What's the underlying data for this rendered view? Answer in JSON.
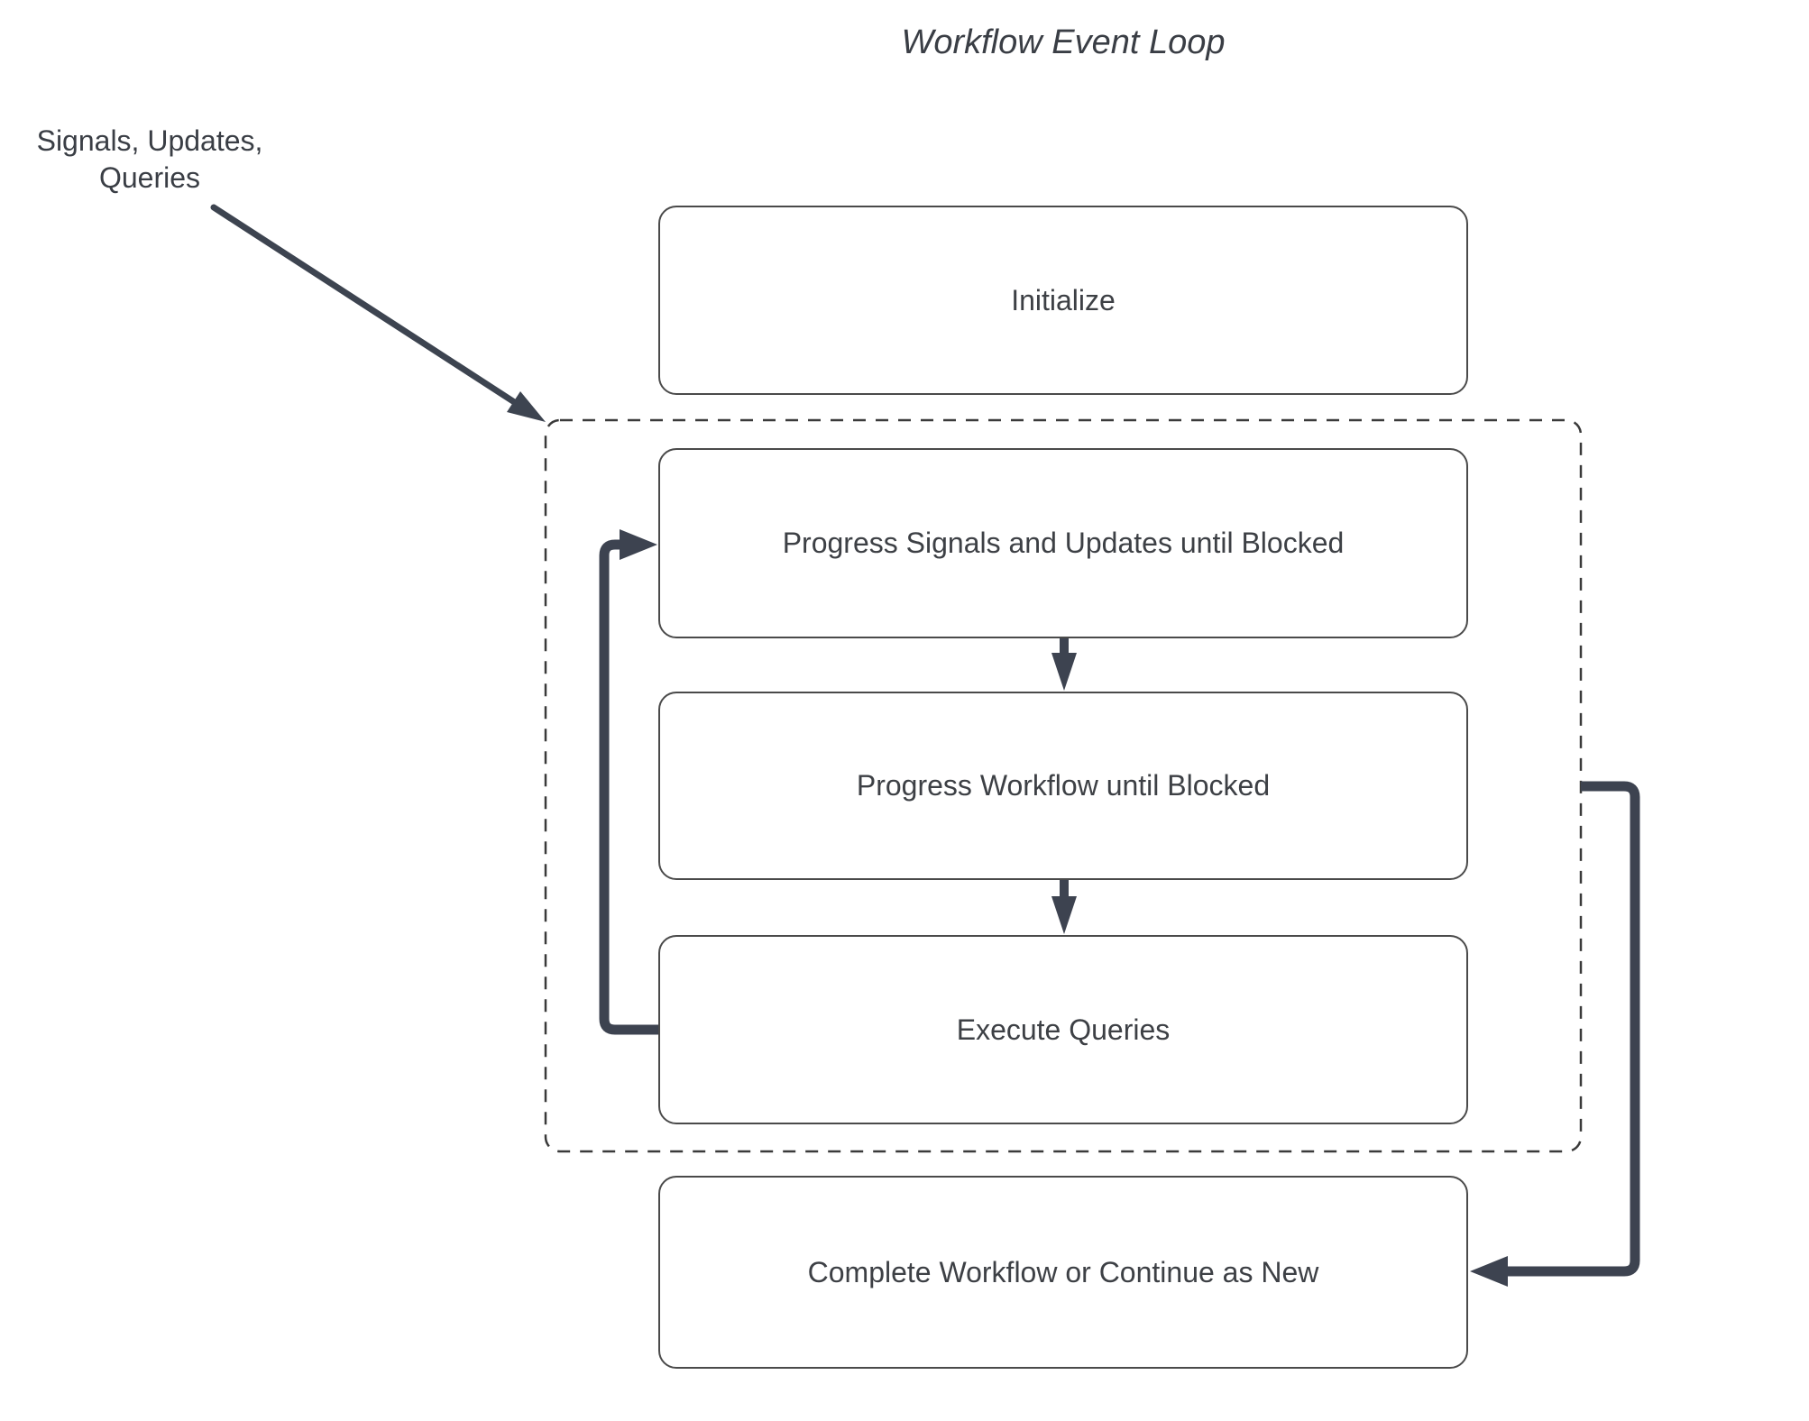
{
  "title": "Workflow Event Loop",
  "external_input": {
    "line1": "Signals, Updates,",
    "line2": "Queries"
  },
  "nodes": {
    "initialize": {
      "label": "Initialize"
    },
    "progress_signals": {
      "label": "Progress Signals and Updates until Blocked"
    },
    "progress_workflow": {
      "label": "Progress Workflow until Blocked"
    },
    "execute_queries": {
      "label": "Execute Queries"
    },
    "complete": {
      "label": "Complete Workflow or Continue as New"
    }
  },
  "container": {
    "type": "dashed-group",
    "encloses": [
      "progress_signals",
      "progress_workflow",
      "execute_queries"
    ]
  },
  "edges": [
    {
      "from": "external_input",
      "to": "event_loop_container",
      "style": "thin-arrow"
    },
    {
      "from": "initialize",
      "to": "event_loop_container",
      "style": "none-visible"
    },
    {
      "from": "progress_signals",
      "to": "progress_workflow",
      "style": "down-arrow"
    },
    {
      "from": "progress_workflow",
      "to": "execute_queries",
      "style": "down-arrow"
    },
    {
      "from": "execute_queries",
      "to": "progress_signals",
      "style": "thick-loop-arrow-left"
    },
    {
      "from": "event_loop_container",
      "to": "complete",
      "style": "thick-elbow-arrow-right"
    }
  ],
  "colors": {
    "background": "#ffffff",
    "node_border": "#4a4a4a",
    "node_fill": "#ffffff",
    "dashed_border": "#3a3a3a",
    "thick_connector": "#3d4350",
    "thin_connector": "#3d4450",
    "text": "#3d4045",
    "title_text": "#3a3e45"
  }
}
